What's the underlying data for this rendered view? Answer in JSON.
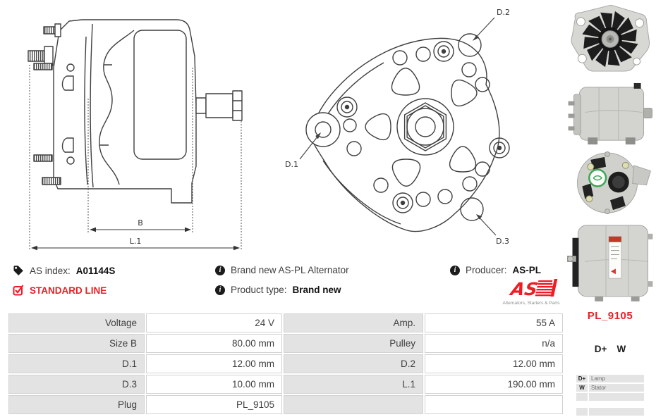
{
  "colors": {
    "accent_red": "#ee1c25",
    "table_label_bg": "#e3e3e3",
    "drawing_line": "#3f3f3f"
  },
  "drawings": {
    "side_view": {
      "dim_b": "B",
      "dim_l1": "L.1"
    },
    "face_view": {
      "d1": "D.1",
      "d2": "D.2",
      "d3": "D.3"
    }
  },
  "info": {
    "as_index_label": "AS index:",
    "as_index_value": "A01144S",
    "standard_line": "STANDARD LINE",
    "brand_new_text": "Brand new AS-PL Alternator",
    "product_type_label": "Product type:",
    "product_type_value": "Brand new",
    "producer_label": "Producer:",
    "producer_value": "AS-PL",
    "logo_text": "AS",
    "logo_tagline": "Alternators, Starters & Parts"
  },
  "specs": {
    "rows": [
      {
        "l1": "Voltage",
        "v1": "24 V",
        "l2": "Amp.",
        "v2": "55 A"
      },
      {
        "l1": "Size B",
        "v1": "80.00 mm",
        "l2": "Pulley",
        "v2": "n/a"
      },
      {
        "l1": "D.1",
        "v1": "12.00 mm",
        "l2": "D.2",
        "v2": "12.00 mm"
      },
      {
        "l1": "D.3",
        "v1": "10.00 mm",
        "l2": "L.1",
        "v2": "190.00 mm"
      },
      {
        "l1": "Plug",
        "v1": "PL_9105",
        "l2": "",
        "v2": ""
      }
    ]
  },
  "plug_panel": {
    "code": "PL_9105",
    "terminal_1": "D+",
    "terminal_2": "W",
    "legend": [
      {
        "pin": "D+",
        "desc": "Lamp"
      },
      {
        "pin": "W",
        "desc": "Stator"
      },
      {
        "pin": "",
        "desc": ""
      },
      {
        "pin": "",
        "desc": ""
      }
    ]
  }
}
